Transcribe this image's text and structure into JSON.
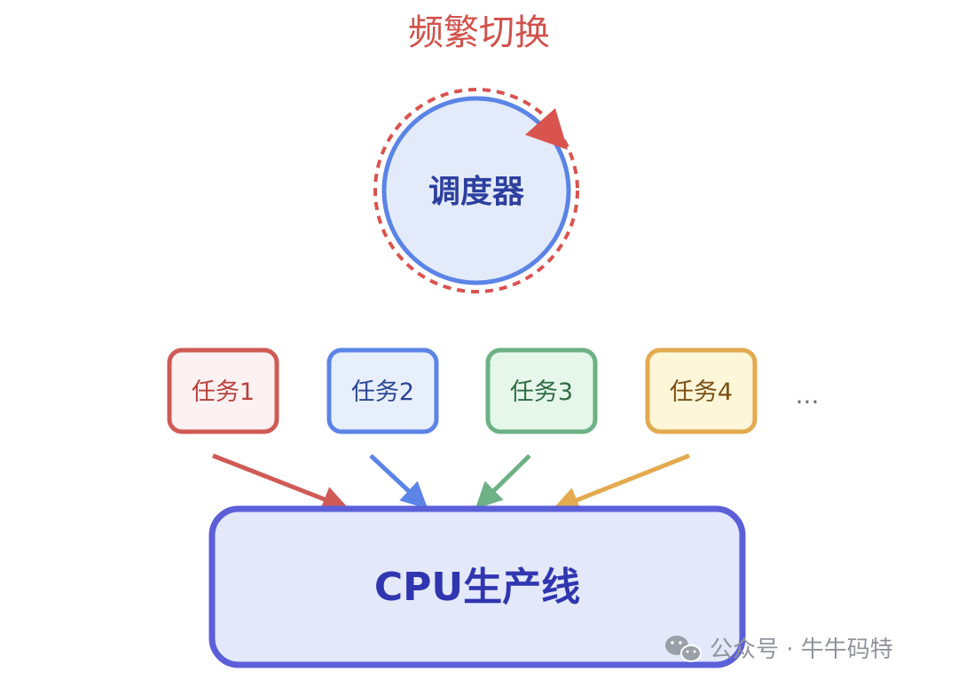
{
  "title": "频繁切换",
  "scheduler": {
    "label": "调度器"
  },
  "tasks": [
    {
      "label": "任务1",
      "stroke": "#cf5a56",
      "fill": "#fdf1f1",
      "text": "#b8403c"
    },
    {
      "label": "任务2",
      "stroke": "#5b84e6",
      "fill": "#e8effc",
      "text": "#2b4594"
    },
    {
      "label": "任务3",
      "stroke": "#6db184",
      "fill": "#e6f6ea",
      "text": "#2f6b44"
    },
    {
      "label": "任务4",
      "stroke": "#e3aa4f",
      "fill": "#fdf6d8",
      "text": "#7a4f14"
    }
  ],
  "more_tasks": "...",
  "cpu": {
    "label": "CPU生产线"
  },
  "watermark": "公众号 · 牛牛码特",
  "colors": {
    "switch_red": "#d9534f",
    "scheduler_stroke": "#5b84e6",
    "scheduler_fill": "#e3ebfb",
    "cpu_stroke": "#5b5fd8",
    "cpu_fill": "#e3e8fb"
  }
}
